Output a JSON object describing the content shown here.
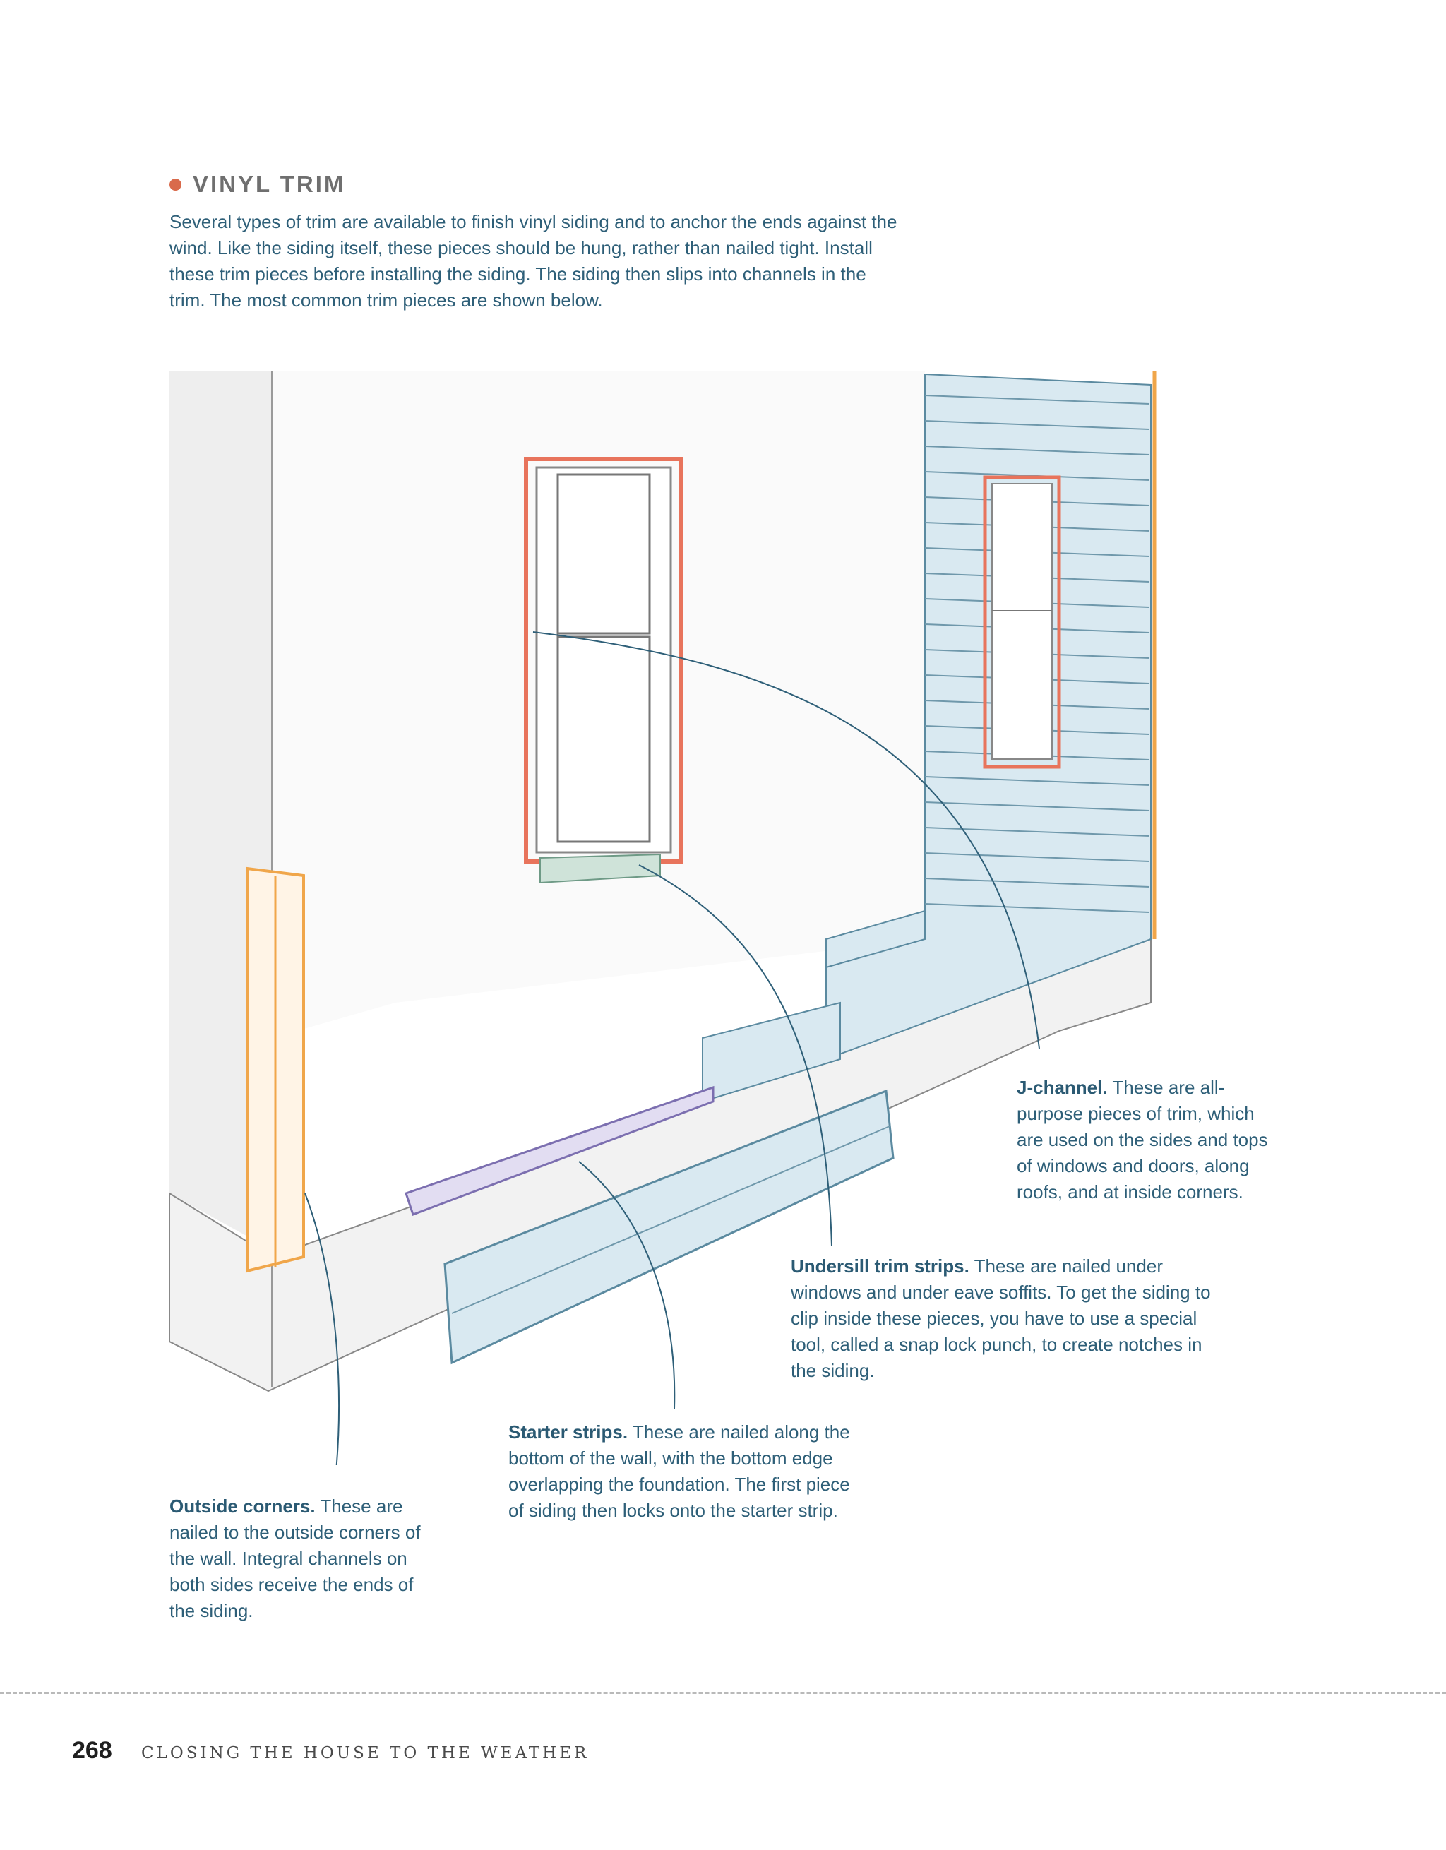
{
  "section": {
    "title": "VINYL TRIM"
  },
  "intro": "Several types of trim are available to finish vinyl siding and to anchor the ends against the wind. Like the siding itself, these pieces should be hung, rather than nailed tight. Install these trim pieces before installing the siding. The siding then slips into channels in the trim. The most common trim pieces are shown below.",
  "callouts": {
    "j_channel": {
      "term": "J-channel.",
      "text": " These are all-purpose pieces of trim, which are used on the sides and tops of windows and doors, along roofs, and at inside corners."
    },
    "undersill": {
      "term": "Undersill trim strips.",
      "text": " These are nailed under windows and under eave soffits. To get the siding to clip inside these pieces, you have to use a special tool, called a snap lock punch, to create notches in the siding."
    },
    "starter": {
      "term": "Starter strips.",
      "text": " These are nailed along the bottom of the wall, with the bottom edge overlapping the foundation. The first piece of siding then locks onto the starter strip."
    },
    "outside_corners": {
      "term": "Outside corners.",
      "text": " These are nailed to the outside corners of the wall. Integral channels on both sides receive the ends of the siding."
    }
  },
  "footer": {
    "page_number": "268",
    "running_head": "CLOSING THE HOUSE TO THE WEATHER"
  },
  "colors": {
    "accent": "#d96a4b",
    "text": "#2e5f78",
    "j_channel": "#e8745c",
    "corner": "#f0a64a",
    "siding": "#d9e9f1",
    "starter": "#9b8fc7"
  }
}
